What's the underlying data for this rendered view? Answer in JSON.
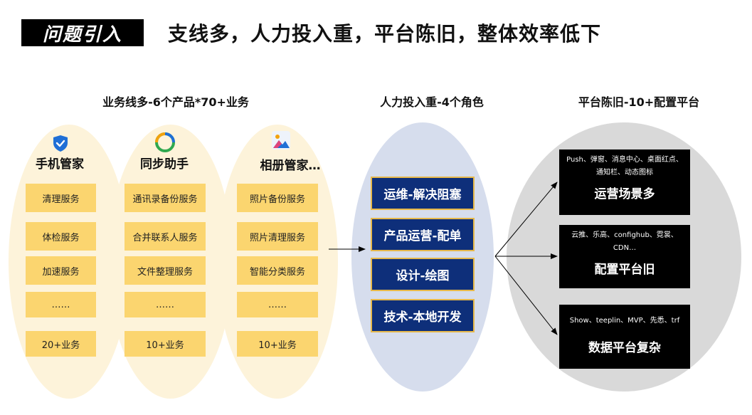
{
  "header": {
    "tag": "问题引入",
    "headline": "支线多，人力投入重，平台陈旧，整体效率低下"
  },
  "sections": {
    "business": "业务线多-6个产品*70+业务",
    "manpower": "人力投入重-4个角色",
    "platform": "平台陈旧-10+配置平台"
  },
  "products": [
    {
      "name": "手机管家",
      "icon": "shield-icon",
      "services": [
        "清理服务",
        "体检服务",
        "加速服务",
        "……",
        "20+业务"
      ]
    },
    {
      "name": "同步助手",
      "icon": "sync-icon",
      "services": [
        "通讯录备份服务",
        "合并联系人服务",
        "文件整理服务",
        "……",
        "10+业务"
      ]
    },
    {
      "name": "相册管家…",
      "icon": "photo-icon",
      "services": [
        "照片备份服务",
        "照片清理服务",
        "智能分类服务",
        "……",
        "10+业务"
      ]
    }
  ],
  "roles": [
    "运维-解决阻塞",
    "产品运营-配单",
    "设计-绘图",
    "技术-本地开发"
  ],
  "platforms": [
    {
      "desc": "Push、弹窗、消息中心、桌面红点、通知栏、动态图标",
      "title": "运营场景多"
    },
    {
      "desc": "云推、乐高、confighub、霓裳、CDN…",
      "title": "配置平台旧"
    },
    {
      "desc": "Show、teeplin、MVP、先悉、trf",
      "title": "数据平台复杂"
    }
  ],
  "colors": {
    "service_fill": "#fbd56f",
    "yellow_ellipse": "#fdf3da",
    "blue_ellipse": "#d6dded",
    "grey_ellipse": "#d9d9d9",
    "role_fill": "#0e2f7a",
    "role_border": "#e6b84a"
  }
}
